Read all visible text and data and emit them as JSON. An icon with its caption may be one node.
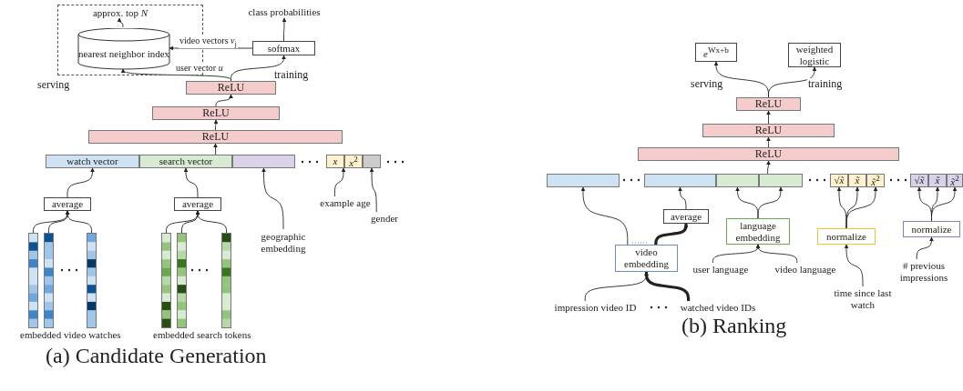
{
  "diagram": {
    "nodes": [
      {
        "text": [
          "serving"
        ]
      },
      {
        "text": [
          "approx. top *N*"
        ],
        "in": 0
      },
      {
        "text": [
          "nearest neighbor index"
        ],
        "in": 0
      },
      {
        "text": [
          "class probabilities"
        ]
      },
      {
        "text": [
          "softmax"
        ]
      },
      {
        "text": [
          "ReLU"
        ]
      },
      {
        "text": [
          "ReLU"
        ]
      },
      {
        "text": [
          "ReLU"
        ]
      },
      {
        "text": [
          "watch vector"
        ]
      },
      {
        "text": [
          "search vector"
        ]
      },
      {
        "text": [],
        "shape": "box"
      },
      {
        "text": [
          "*x*"
        ]
      },
      {
        "text": [
          "*x*$^{2}$"
        ]
      },
      {
        "text": [],
        "shape": "box"
      },
      {
        "text": [
          "average"
        ]
      },
      {
        "text": [
          "average"
        ]
      },
      {
        "text": [],
        "shape": "bar"
      },
      {
        "text": [],
        "shape": "bar"
      },
      {
        "text": [],
        "shape": "bar"
      },
      {
        "text": [],
        "shape": "bar"
      },
      {
        "text": [],
        "shape": "bar"
      },
      {
        "text": [],
        "shape": "bar"
      },
      {
        "text": [
          "geographic embedding"
        ]
      },
      {
        "text": [
          "example age"
        ]
      },
      {
        "text": [
          "gender"
        ]
      },
      {
        "text": [
          "*e*$^{Wx+b}$"
        ]
      },
      {
        "text": [
          "weighted logistic"
        ]
      },
      {
        "text": [
          "ReLU"
        ]
      },
      {
        "text": [
          "ReLU"
        ]
      },
      {
        "text": [
          "ReLU"
        ]
      },
      {
        "text": [],
        "shape": "box"
      },
      {
        "text": [],
        "shape": "box"
      },
      {
        "text": [],
        "shape": "box"
      },
      {
        "text": [],
        "shape": "box"
      },
      {
        "text": [
          "√*x̃*"
        ]
      },
      {
        "text": [
          "*x̃*"
        ]
      },
      {
        "text": [
          "*x̃*$^{2}$"
        ]
      },
      {
        "text": [
          "√*x̃*"
        ]
      },
      {
        "text": [
          "*x̃*"
        ]
      },
      {
        "text": [
          "*x̃*$^{2}$"
        ]
      },
      {
        "text": [
          "average"
        ]
      },
      {
        "text": [
          "language embedding"
        ]
      },
      {
        "text": [
          "normalize"
        ]
      },
      {
        "text": [
          "normalize"
        ]
      },
      {
        "text": [
          "video embedding"
        ]
      },
      {
        "text": [
          "user language"
        ]
      },
      {
        "text": [
          "video language"
        ]
      },
      {
        "text": [
          "time since last watch"
        ]
      },
      {
        "text": [
          "# previous impressions"
        ]
      },
      {
        "text": [
          "impression video ID"
        ]
      },
      {
        "text": [
          "watched video IDs"
        ]
      }
    ],
    "edges": [
      {
        "from": 2,
        "to": 1,
        "arrow": "to"
      },
      {
        "from": 4,
        "to": 3,
        "arrow": "to"
      },
      {
        "from": 4,
        "to": 2,
        "arrow": "to",
        "label": "video vectors *v*$_{j}$"
      },
      {
        "from": 5,
        "to": 2,
        "arrow": "to",
        "label": "user vector *u*"
      },
      {
        "from": 5,
        "to": 4,
        "arrow": "to",
        "label": "training"
      },
      {
        "from": 6,
        "to": 5,
        "arrow": "to"
      },
      {
        "from": 7,
        "to": 6,
        "arrow": "to"
      },
      {
        "from": 9,
        "to": 7,
        "arrow": "to"
      },
      {
        "from": 14,
        "to": 8,
        "arrow": "to"
      },
      {
        "from": 15,
        "to": 9,
        "arrow": "to"
      },
      {
        "from": 16,
        "to": 14,
        "arrow": "to"
      },
      {
        "from": 17,
        "to": 14,
        "arrow": "to"
      },
      {
        "from": 18,
        "to": 14,
        "arrow": "to"
      },
      {
        "from": 19,
        "to": 15,
        "arrow": "to"
      },
      {
        "from": 20,
        "to": 15,
        "arrow": "to"
      },
      {
        "from": 21,
        "to": 15,
        "arrow": "to"
      },
      {
        "from": 22,
        "to": 10,
        "arrow": "to"
      },
      {
        "from": 23,
        "to": 11,
        "arrow": "to"
      },
      {
        "from": 24,
        "to": 13,
        "arrow": "to"
      },
      {
        "from": 27,
        "to": 25,
        "arrow": "to",
        "label": "serving"
      },
      {
        "from": 27,
        "to": 26,
        "arrow": "to",
        "label": "training"
      },
      {
        "from": 28,
        "to": 27,
        "arrow": "to"
      },
      {
        "from": 29,
        "to": 28,
        "arrow": "to"
      },
      {
        "from": 33,
        "to": 29,
        "arrow": "to"
      },
      {
        "from": 44,
        "to": 30,
        "arrow": "to"
      },
      {
        "from": 44,
        "to": 40,
        "arrow": "to",
        "style": "thick"
      },
      {
        "from": 40,
        "to": 31,
        "arrow": "to"
      },
      {
        "from": 41,
        "to": 32,
        "arrow": "to"
      },
      {
        "from": 41,
        "to": 33,
        "arrow": "to"
      },
      {
        "from": 45,
        "to": 41,
        "arrow": "to"
      },
      {
        "from": 46,
        "to": 41,
        "arrow": "to"
      },
      {
        "from": 42,
        "to": 34,
        "arrow": "to"
      },
      {
        "from": 42,
        "to": 35,
        "arrow": "to"
      },
      {
        "from": 42,
        "to": 36,
        "arrow": "to"
      },
      {
        "from": 47,
        "to": 42,
        "arrow": "to"
      },
      {
        "from": 43,
        "to": 37,
        "arrow": "to"
      },
      {
        "from": 43,
        "to": 38,
        "arrow": "to"
      },
      {
        "from": 43,
        "to": 39,
        "arrow": "to"
      },
      {
        "from": 48,
        "to": 43,
        "arrow": "to"
      },
      {
        "from": 49,
        "to": 44,
        "arrow": "to"
      },
      {
        "from": 50,
        "to": 44,
        "arrow": "to",
        "style": "thick"
      }
    ],
    "labels": [
      "embedded video watches",
      "embedded search tokens",
      "(a) Candidate Generation",
      "(b) Ranking"
    ]
  }
}
